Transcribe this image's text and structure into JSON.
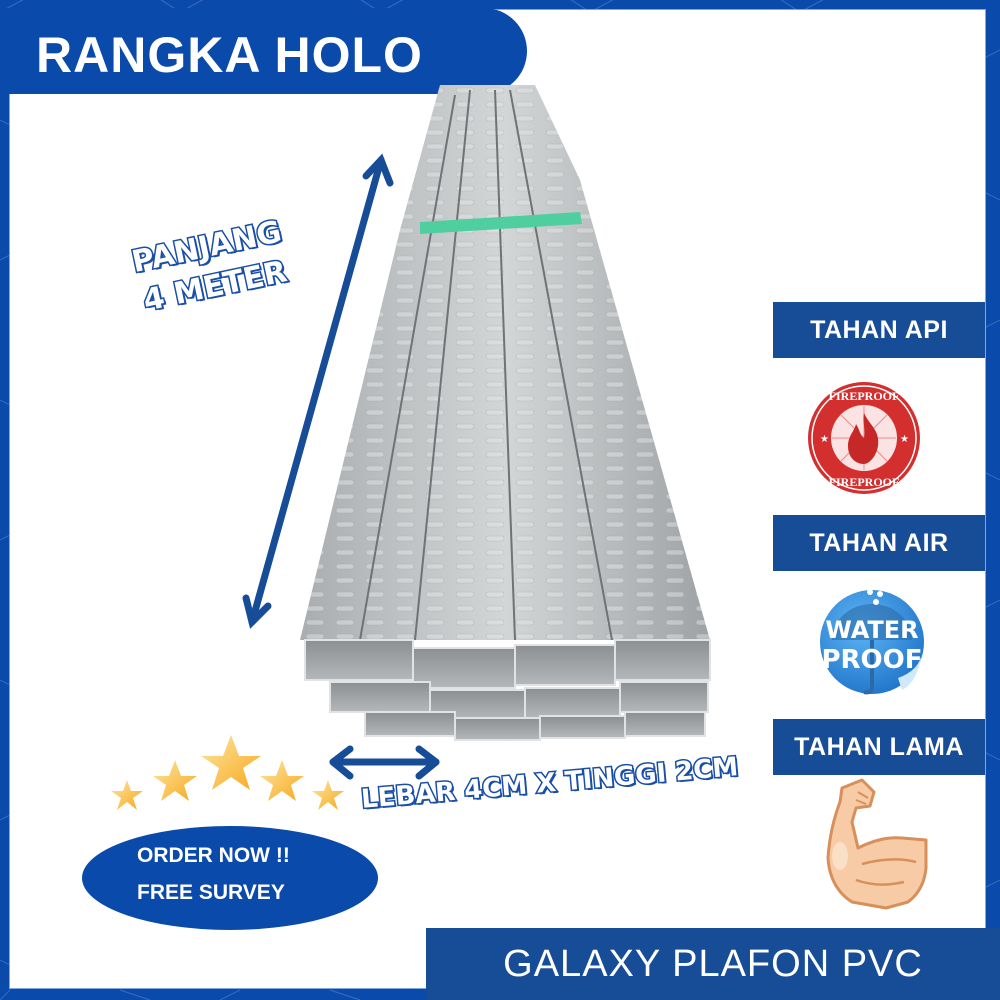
{
  "title": "RANGKA HOLO",
  "dimensions": {
    "length_label_line1": "PANJANG",
    "length_label_line2": "4 METER",
    "width_height_label": "LEBAR 4CM X TINGGI 2CM"
  },
  "features": [
    {
      "label": "TAHAN API",
      "badge": "fireproof-badge",
      "badge_text_top": "FIREPROOF",
      "badge_text_bottom": "FIREPROOF"
    },
    {
      "label": "TAHAN AIR",
      "badge": "waterproof-badge",
      "badge_text_line1": "WATER",
      "badge_text_line2": "PROOF"
    },
    {
      "label": "TAHAN LAMA",
      "badge": "strong-arm-icon"
    }
  ],
  "rating": {
    "stars": 5,
    "max": 5
  },
  "cta": {
    "line1": "ORDER NOW !!",
    "line2": "FREE SURVEY"
  },
  "brand": "GALAXY PLAFON PVC",
  "colors": {
    "brand_blue": "#0a4aab",
    "label_blue": "#174d96",
    "fire_red": "#d32f2f",
    "water_blue": "#2f8fe0",
    "star_gold": "#f7b733",
    "band_green": "#4fcf9f"
  }
}
